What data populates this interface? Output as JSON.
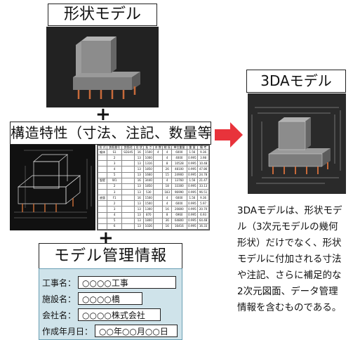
{
  "shape_model": {
    "title": "形状モデル"
  },
  "plus_symbol": "+",
  "structural": {
    "title": "構造特性（寸法、注記、数量等）",
    "table_headers": [
      "形 式",
      "鉄筋番号",
      "鉄筋径",
      "形 状",
      "長 さ",
      "本 数",
      "総 長",
      "単位重量",
      "重 量",
      "備 考"
    ],
    "table_rows": [
      [
        "躯体",
        "S1",
        "SD345",
        "16",
        "1500",
        "4",
        "4",
        "6000",
        "1.56",
        "9.36"
      ],
      [
        "",
        "2",
        "",
        "13",
        "1000",
        "",
        "4",
        "4000",
        "0.995",
        "3.98"
      ],
      [
        "",
        "3",
        "",
        "13",
        "1316",
        "",
        "8",
        "10528",
        "0.995",
        "10.48"
      ],
      [
        "",
        "4",
        "",
        "13",
        "1850",
        "",
        "26",
        "48100",
        "0.995",
        "47.86"
      ],
      [
        "",
        "5",
        "",
        "13",
        "1660",
        "",
        "15",
        "24900",
        "0.995",
        "24.78"
      ],
      [
        "竪壁",
        "W1",
        "",
        "16",
        "3440",
        "",
        "4",
        "13760",
        "1.56",
        "21.47"
      ],
      [
        "",
        "2",
        "",
        "13",
        "1850",
        "",
        "18",
        "33300",
        "0.995",
        "33.13"
      ],
      [
        "",
        "3",
        "",
        "13",
        "530",
        "",
        "183",
        "96990",
        "0.995",
        "96.51"
      ],
      [
        "底版",
        "F1",
        "",
        "16",
        "1500",
        "",
        "4",
        "6000",
        "1.56",
        "9.36"
      ],
      [
        "",
        "2",
        "",
        "13",
        "1500",
        "",
        "4",
        "6000",
        "0.995",
        "5.97"
      ],
      [
        "",
        "3",
        "",
        "13",
        "1300",
        "",
        "16",
        "20800",
        "0.995",
        "20.70"
      ],
      [
        "",
        "4",
        "",
        "13",
        "870",
        "",
        "8",
        "6960",
        "0.995",
        "6.93"
      ],
      [
        "",
        "5",
        "",
        "13",
        "1800",
        "",
        "36",
        "64800",
        "0.995",
        "64.48"
      ],
      [
        "",
        "6",
        "",
        "13",
        "1026",
        "",
        "16",
        "16416",
        "0.995",
        "16.33"
      ]
    ]
  },
  "model_info": {
    "title": "モデル管理情報",
    "fields": [
      {
        "label": "工事名：",
        "value": "○○○○工事"
      },
      {
        "label": "施設名：",
        "value": "○○○○橋"
      },
      {
        "label": "会社名：",
        "value": "○○○○株式会社"
      },
      {
        "label": "作成年月日：",
        "value": "○○年○○月○○日"
      }
    ]
  },
  "arrow_color": "#e8333b",
  "model_3da": {
    "title": "3DAモデル"
  },
  "description_lines": [
    "3DAモデルは、形状モデ",
    "ル（3次元モデルの幾何",
    "形状）だけでなく、形状",
    "モデルに付加される寸法",
    "や注記、さらに補足的な",
    "2次元図面、データ管理",
    "情報を含むものである。"
  ]
}
